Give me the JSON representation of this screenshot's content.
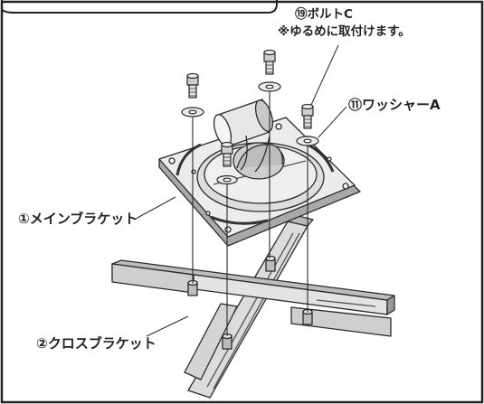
{
  "labels": {
    "bolt_c": "⑲ボルトC",
    "bolt_c_note": "※ゆるめに取付けます。",
    "washer_a": "⑪ワッシャーA",
    "main_bracket": "①メインブラケット",
    "cross_bracket": "②クロスブラケット"
  },
  "colors": {
    "line": "#2a2a2a",
    "part_fill": "#e6e6e6",
    "part_shade": "#b3b3b3",
    "part_dark": "#8a8a8a"
  }
}
